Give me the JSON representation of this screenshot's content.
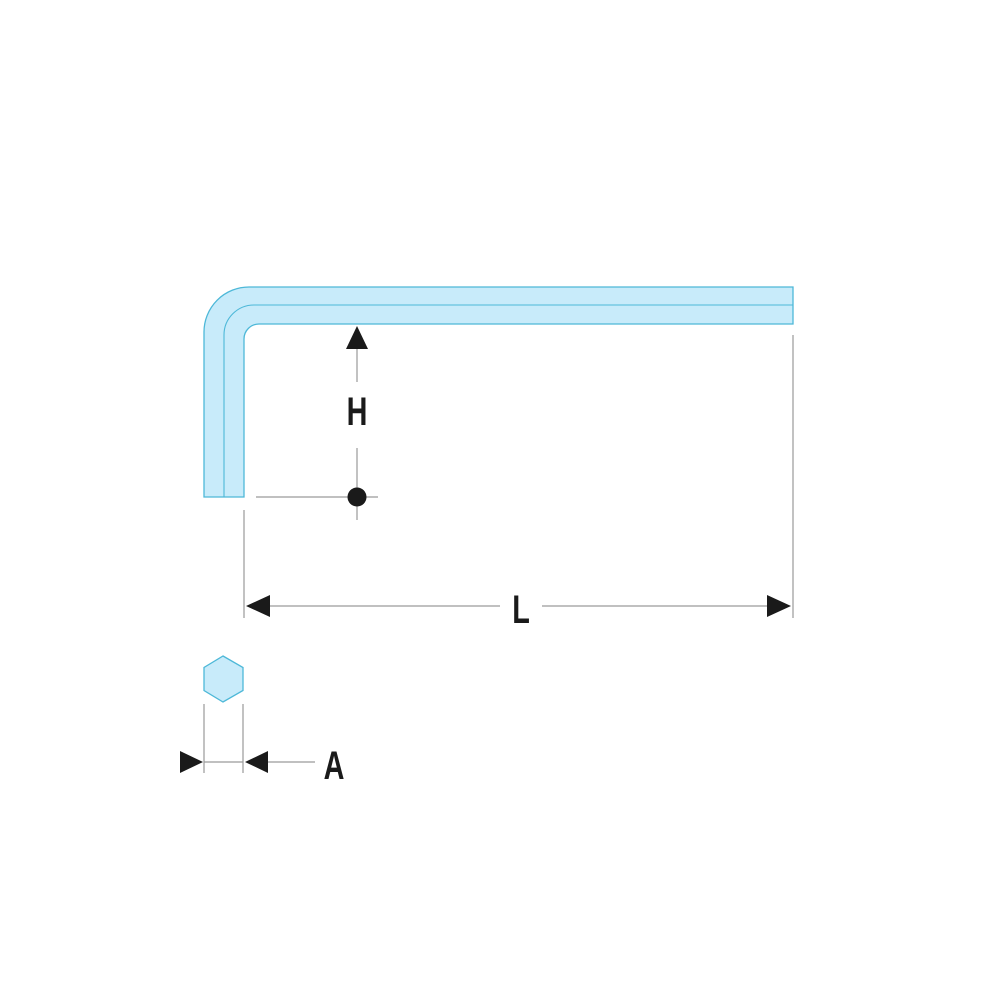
{
  "labels": {
    "height": "H",
    "length": "L",
    "across_flats": "A"
  },
  "colors": {
    "fill": "#c8ebfa",
    "outline": "#4db8d8",
    "dimension": "#1a1a1a",
    "extension_line": "#9a9a9a"
  }
}
